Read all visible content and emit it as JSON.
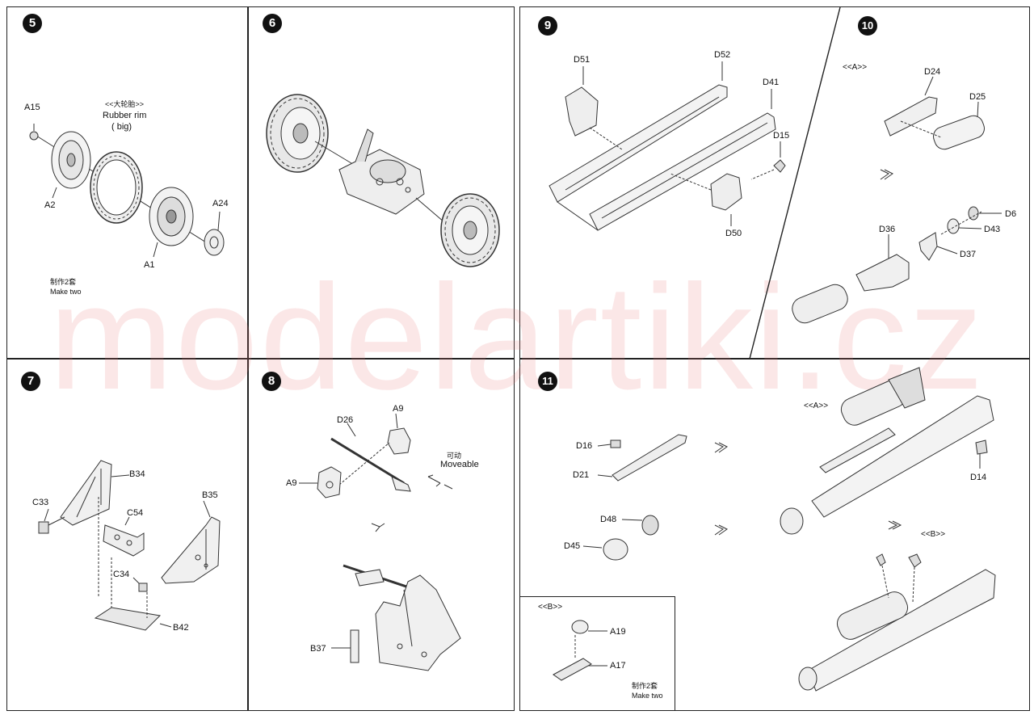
{
  "watermark": "modelartiki.cz",
  "steps": {
    "s5": {
      "num": "5",
      "labels": {
        "a15": "A15",
        "a2": "A2",
        "a1": "A1",
        "a24": "A24",
        "rim_cn": "<<大轮胎>>",
        "rim_en": "Rubber rim",
        "rim_big": "( big)",
        "make_cn": "制作2套",
        "make_en": "Make two"
      }
    },
    "s6": {
      "num": "6"
    },
    "s7": {
      "num": "7",
      "labels": {
        "b34": "B34",
        "b35": "B35",
        "c33": "C33",
        "c54": "C54",
        "c34": "C34",
        "b42": "B42"
      }
    },
    "s8": {
      "num": "8",
      "labels": {
        "d26": "D26",
        "a9a": "A9",
        "a9b": "A9",
        "move_cn": "可动",
        "move_en": "Moveable",
        "b37": "B37"
      }
    },
    "s9": {
      "num": "9",
      "labels": {
        "d51": "D51",
        "d52": "D52",
        "d41": "D41",
        "d15": "D15",
        "d50": "D50"
      }
    },
    "s10": {
      "num": "10",
      "labels": {
        "ref_a": "<<A>>",
        "d24": "D24",
        "d25": "D25",
        "d6": "D6",
        "d43": "D43",
        "d36": "D36",
        "d37": "D37"
      }
    },
    "s11": {
      "num": "11",
      "labels": {
        "d16": "D16",
        "d21": "D21",
        "d48": "D48",
        "d45": "D45",
        "ref_a": "<<A>>",
        "d14": "D14",
        "ref_b": "<<B>>"
      }
    },
    "inset_b": {
      "labels": {
        "title": "<<B>>",
        "a19": "A19",
        "a17": "A17",
        "make_cn": "制作2套",
        "make_en": "Make two"
      }
    }
  }
}
